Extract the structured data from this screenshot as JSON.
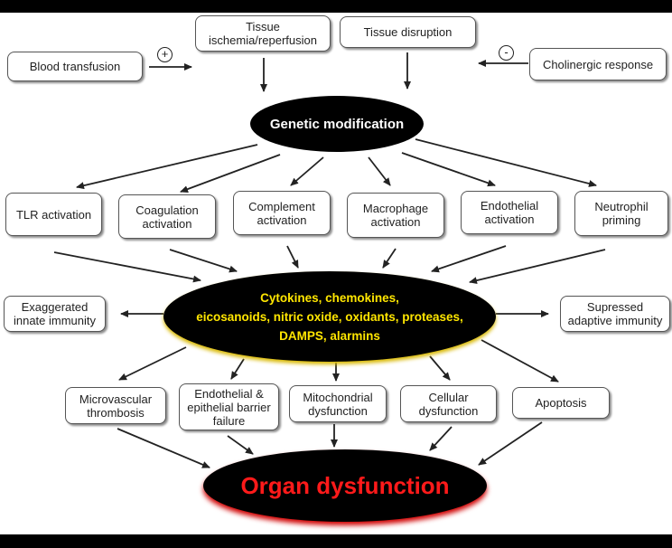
{
  "diagram": {
    "top_inputs": {
      "blood_transfusion": "Blood transfusion",
      "ischemia_line1": "Tissue",
      "ischemia_line2": "ischemia/reperfusion",
      "tissue_disruption": "Tissue disruption",
      "cholinergic": "Cholinergic response",
      "plus_sign": "+",
      "minus_sign": "-"
    },
    "genetic": "Genetic modification",
    "activations": {
      "tlr": "TLR activation",
      "coag_line1": "Coagulation",
      "coag_line2": "activation",
      "complement_line1": "Complement",
      "complement_line2": "activation",
      "macrophage_line1": "Macrophage",
      "macrophage_line2": "activation",
      "endothelial_line1": "Endothelial",
      "endothelial_line2": "activation",
      "neutrophil_line1": "Neutrophil",
      "neutrophil_line2": "priming"
    },
    "mediators": {
      "line1": "Cytokines, chemokines,",
      "line2": "eicosanoids, nitric oxide, oxidants, proteases,",
      "line3": "DAMPS, alarmins"
    },
    "sides": {
      "exaggerated_line1": "Exaggerated",
      "exaggerated_line2": "innate immunity",
      "suppressed_line1": "Supressed",
      "suppressed_line2": "adaptive immunity"
    },
    "effects": {
      "micro_line1": "Microvascular",
      "micro_line2": "thrombosis",
      "barrier_line1": "Endothelial &",
      "barrier_line2": "epithelial barrier",
      "barrier_line3": "failure",
      "mito_line1": "Mitochondrial",
      "mito_line2": "dysfunction",
      "cellular_line1": "Cellular",
      "cellular_line2": "dysfunction",
      "apoptosis": "Apoptosis"
    },
    "outcome": "Organ dysfunction",
    "colors": {
      "mediator_text": "#ffe600",
      "outcome_text": "#ff1a1a",
      "node_fill": "#000000"
    }
  }
}
